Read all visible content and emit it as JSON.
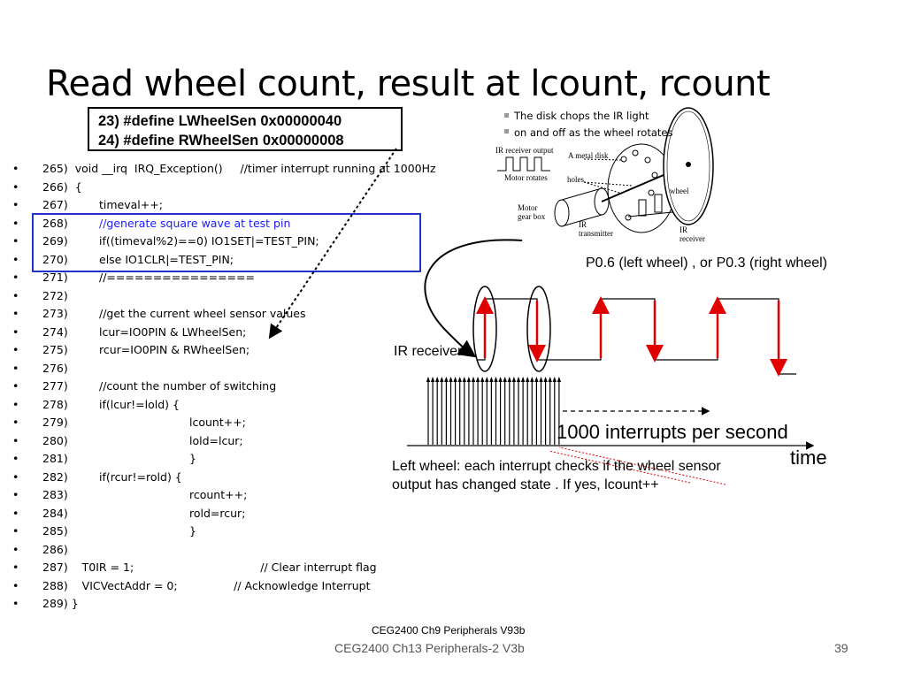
{
  "title": "Read wheel count, result at lcount, rcount",
  "define_box": {
    "line1": "23) #define LWheelSen  0x00000040",
    "line2": "24) #define RWheelSen 0x00000008"
  },
  "bullet": "•",
  "code_lines": [
    {
      "num": "265)",
      "text": "  void __irq  IRQ_Exception()     //timer interrupt running at 1000Hz",
      "indent": 0
    },
    {
      "num": "266)",
      "text": "  {",
      "indent": 0
    },
    {
      "num": "267)",
      "text": "timeval++;",
      "indent": 1
    },
    {
      "num": "268)",
      "text": "//generate square wave at test pin",
      "indent": 1
    },
    {
      "num": "269)",
      "text": "if((timeval%2)==0) IO1SET|=TEST_PIN;",
      "indent": 1
    },
    {
      "num": "270)",
      "text": "else IO1CLR|=TEST_PIN;",
      "indent": 1
    },
    {
      "num": "271)",
      "text": "//================",
      "indent": 1
    },
    {
      "num": "272)",
      "text": "",
      "indent": 0
    },
    {
      "num": "273)",
      "text": "//get the current wheel sensor values",
      "indent": 1
    },
    {
      "num": "274)",
      "text": "lcur=IO0PIN & LWheelSen;",
      "indent": 1
    },
    {
      "num": "275)",
      "text": "rcur=IO0PIN & RWheelSen;",
      "indent": 1
    },
    {
      "num": "276)",
      "text": "",
      "indent": 0
    },
    {
      "num": "277)",
      "text": "//count the number of switching",
      "indent": 1
    },
    {
      "num": "278)",
      "text": "if(lcur!=lold) {",
      "indent": 1
    },
    {
      "num": "279)",
      "text": "lcount++;",
      "indent": 2
    },
    {
      "num": "280)",
      "text": "lold=lcur;",
      "indent": 2
    },
    {
      "num": "281)",
      "text": "}",
      "indent": 2
    },
    {
      "num": "282)",
      "text": "if(rcur!=rold) {",
      "indent": 1
    },
    {
      "num": "283)",
      "text": "rcount++;",
      "indent": 2
    },
    {
      "num": "284)",
      "text": "rold=rcur;",
      "indent": 2
    },
    {
      "num": "285)",
      "text": "}",
      "indent": 2
    },
    {
      "num": "286)",
      "text": "",
      "indent": 0
    },
    {
      "num": "287)",
      "text": "    T0IR = 1;                                    // Clear interrupt flag",
      "indent": 0
    },
    {
      "num": "288)",
      "text": "    VICVectAddr = 0;                // Acknowledge Interrupt",
      "indent": 0
    },
    {
      "num": "289)",
      "text": " }",
      "indent": 0
    }
  ],
  "diagram": {
    "legend1": "The disk chops the IR light",
    "legend2": "on and off as the wheel rotates",
    "ir_receiver_output": "IR receiver output",
    "motor_rotates": "Motor rotates",
    "metal_disk": "A metal disk",
    "holes": "holes",
    "wheel": "wheel",
    "motor_gear_box_1": "Motor",
    "motor_gear_box_2": "gear box",
    "ir_transmitter_1": "IR",
    "ir_transmitter_2": "transmitter",
    "ir_receiver_1": "IR",
    "ir_receiver_2": "receiver"
  },
  "labels": {
    "p06": "P0.6 (left wheel) , or P0.3 (right wheel)",
    "ir_receiver": "IR receiver",
    "interrupts": "1000 interrupts per second",
    "time": "time",
    "left_wheel_1": "Left wheel: each interrupt checks if the wheel sensor",
    "left_wheel_2": "output has changed state . If yes, lcount++"
  },
  "footer": {
    "line1": "CEG2400 Ch9 Peripherals V93b",
    "line2": "CEG2400 Ch13 Peripherals-2   V3b",
    "page": "39"
  },
  "colors": {
    "highlight_box": "#2233cc",
    "comment_blue": "#1a1aff",
    "arrow_red": "#e00000"
  }
}
